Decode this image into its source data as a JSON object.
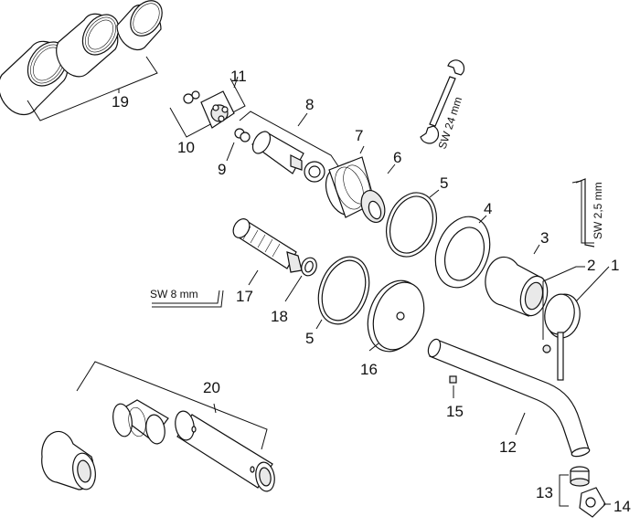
{
  "diagram": {
    "part_numbers": {
      "p1": "1",
      "p2": "2",
      "p3": "3",
      "p4": "4",
      "p5a": "5",
      "p5b": "5",
      "p6": "6",
      "p7": "7",
      "p8": "8",
      "p9": "9",
      "p10": "10",
      "p11": "11",
      "p12": "12",
      "p13": "13",
      "p14": "14",
      "p15": "15",
      "p16": "16",
      "p17": "17",
      "p18": "18",
      "p19": "19",
      "p20": "20"
    },
    "tools": {
      "wrench": "SW 24 mm",
      "hex_key_2_5": "SW 2,5 mm",
      "hex_key_8": "SW 8 mm"
    }
  }
}
